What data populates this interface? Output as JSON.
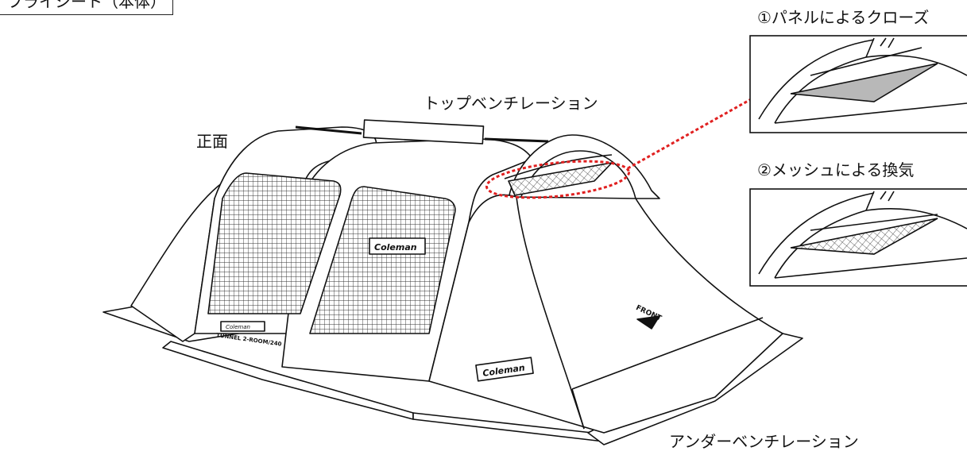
{
  "title": "フライシート（本体）",
  "labels": {
    "top_vent": "トップベンチレーション",
    "front": "正面",
    "under_vent": "アンダーベンチレーション",
    "panel_close": "①パネルによるクローズ",
    "mesh_vent": "②メッシュによる換気"
  },
  "tent_prints": {
    "brand": "Coleman",
    "model": "TUNNEL 2-ROOM/240",
    "front_mark": "FRONT"
  },
  "colors": {
    "line": "#111111",
    "callout": "#e02020",
    "panel_fill": "#b8b8b8"
  }
}
